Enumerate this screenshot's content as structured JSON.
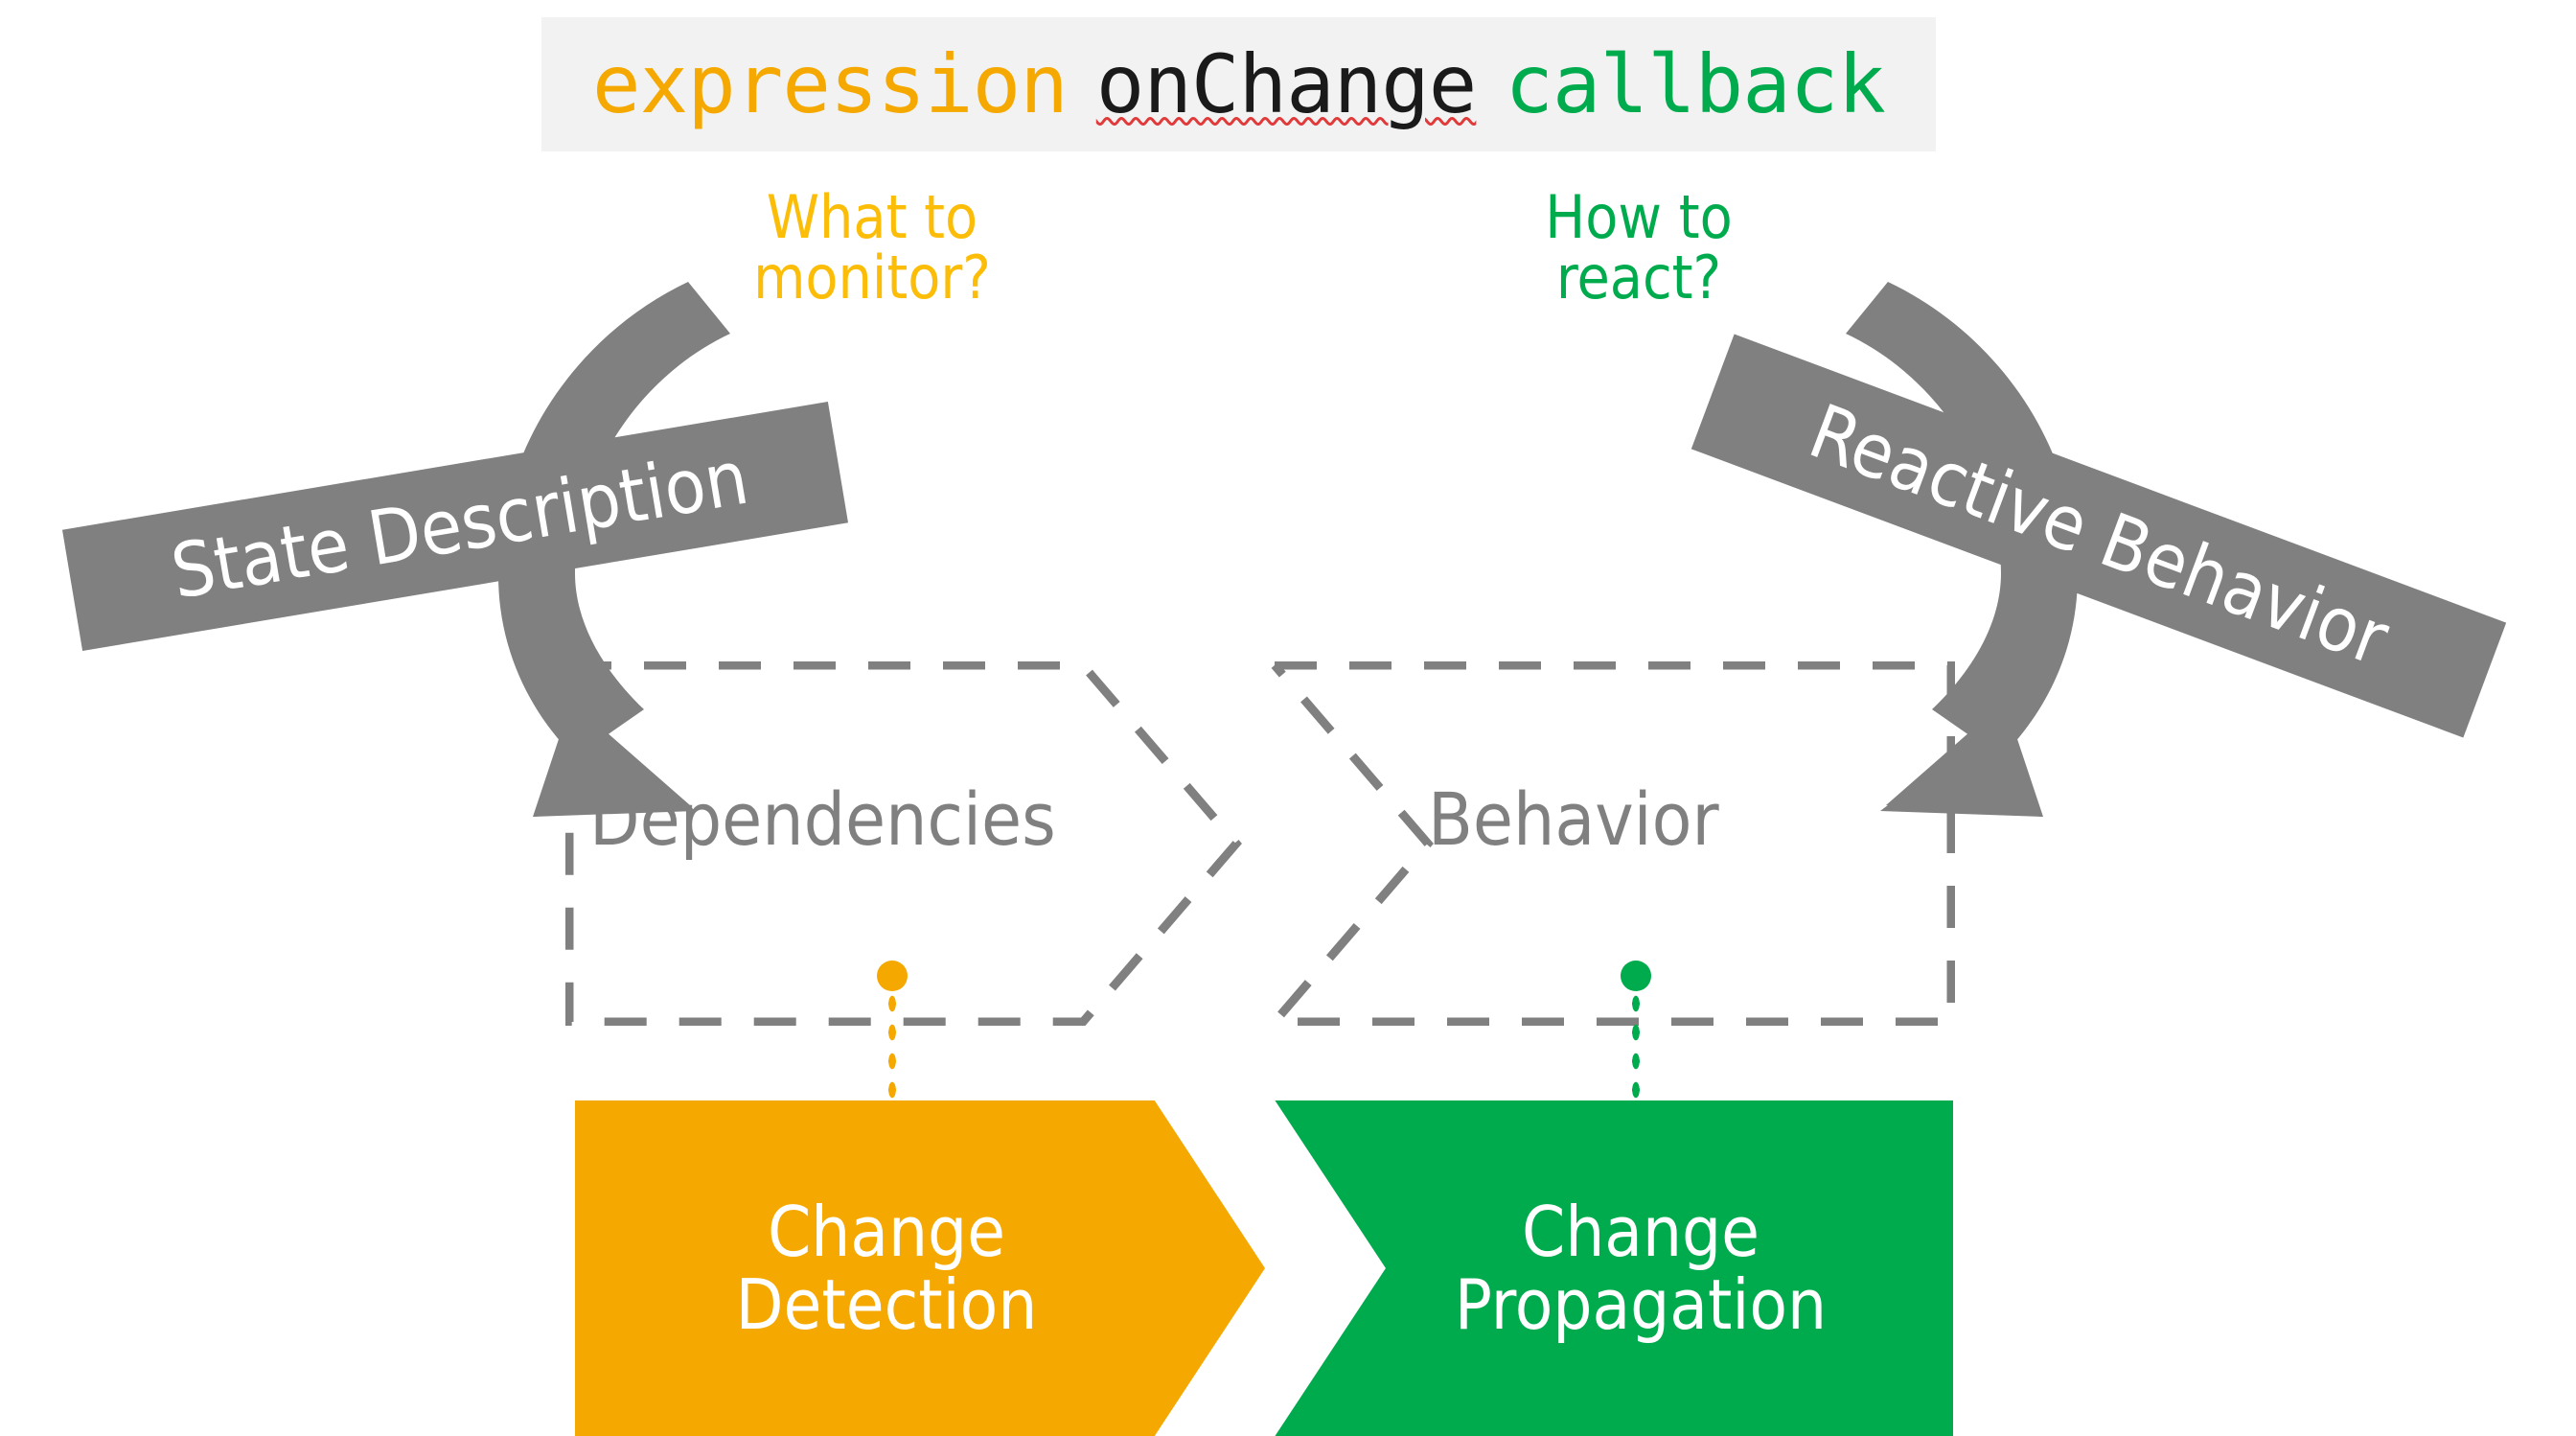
{
  "code_band": {
    "tokens": [
      {
        "text": "expression",
        "role": "expression",
        "color": "#f5a800"
      },
      {
        "text": "onChange",
        "role": "method",
        "color": "#1a1a1a"
      },
      {
        "text": "callback",
        "role": "callback",
        "color": "#00ab4e"
      }
    ],
    "background": "#f2f2f2"
  },
  "questions": {
    "left": {
      "text": "What to\nmonitor?",
      "color": "#fbbd08"
    },
    "right": {
      "text": "How to\nreact?",
      "color": "#00ab4e"
    }
  },
  "banners": {
    "left": {
      "label": "State Description",
      "color": "#808080",
      "rotation_deg": -9.5
    },
    "right": {
      "label": "Reactive Behavior",
      "color": "#808080",
      "rotation_deg": 20.5
    }
  },
  "dashed_stages": [
    {
      "label": "Dependencies",
      "color": "#808080",
      "style": "dashed-chevron"
    },
    {
      "label": "Behavior",
      "color": "#808080",
      "style": "dashed-chevron"
    }
  ],
  "connectors": [
    {
      "color": "#f5a800",
      "from": "Dependencies",
      "to": "Change Detection"
    },
    {
      "color": "#00ab4e",
      "from": "Behavior",
      "to": "Change Propagation"
    }
  ],
  "bottom_stages": [
    {
      "label": "Change\nDetection",
      "color": "#f5a800",
      "text_color": "#ffffff"
    },
    {
      "label": "Change\nPropagation",
      "color": "#00ab4e",
      "text_color": "#ffffff"
    }
  ],
  "arrows": [
    {
      "name": "state-description-arrow",
      "from": "What to monitor?",
      "to": "Dependencies",
      "color": "#808080"
    },
    {
      "name": "reactive-behavior-arrow",
      "from": "How to react?",
      "to": "Behavior",
      "color": "#808080"
    }
  ],
  "colors": {
    "orange": "#f5a800",
    "yellow": "#fbbd08",
    "green": "#00ab4e",
    "gray": "#808080",
    "band_bg": "#f2f2f2",
    "white": "#ffffff",
    "spellcheck_underline": "#e03a3a"
  }
}
